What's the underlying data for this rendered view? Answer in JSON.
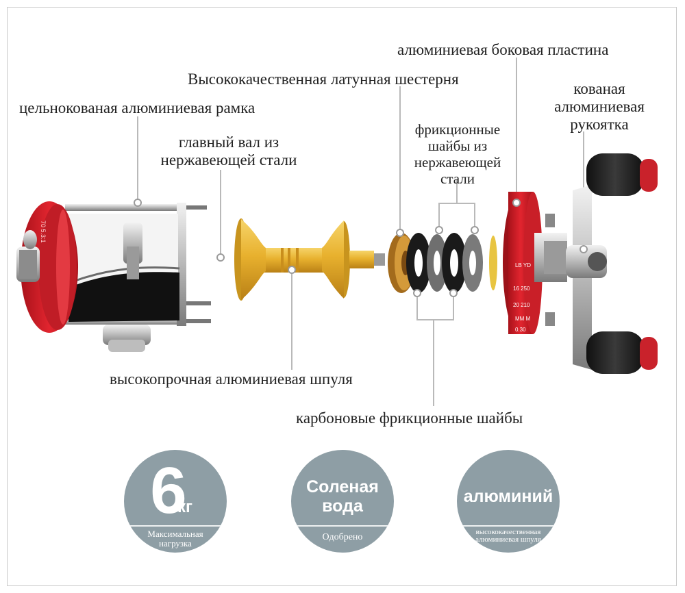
{
  "labels": {
    "side_plate": "алюминиевая боковая пластина",
    "brass_gear": "Высококачественная латунная шестерня",
    "frame": "цельнокованая алюминиевая рамка",
    "handle": "кованая алюминиевая рукоятка",
    "main_shaft": "главный вал из нержавеющей стали",
    "steel_washers": "фрикционные шайбы из нержавеющей стали",
    "spool": "высокопрочная алюминиевая шпуля",
    "carbon_washers": "карбоновые фрикционные шайбы"
  },
  "badges": [
    {
      "main": "6",
      "unit": "кг",
      "sub": "Максимальная нагрузка"
    },
    {
      "main": "Соленая вода",
      "sub": "Одобрено"
    },
    {
      "main": "алюминий",
      "sub": "высококачественная алюминиевая шпуля"
    }
  ],
  "reel_markings": {
    "gear_ratio": "70 5.3:1",
    "unit_header": "LB YD",
    "row1": "16 250",
    "row2": "20 210",
    "row3": "MM M",
    "row4": "0.30"
  },
  "colors": {
    "reel_red": "#d8202a",
    "spool_gold": "#e7b233",
    "badge_gray": "#8e9ea5",
    "leader_gray": "#b9b9b9"
  }
}
